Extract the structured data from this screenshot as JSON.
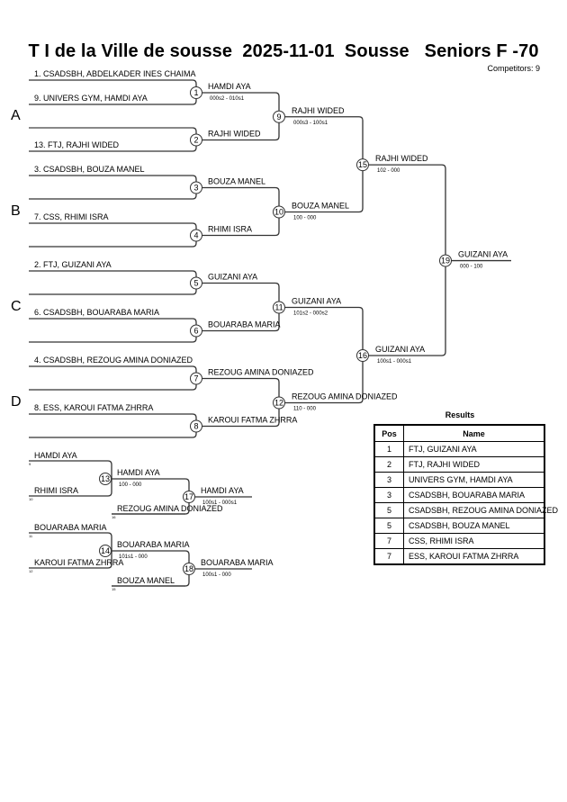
{
  "header": {
    "title": "T I de la Ville de sousse  2025-11-01  Sousse   Seniors F -70",
    "competitors": "Competitors: 9"
  },
  "pools": [
    "A",
    "B",
    "C",
    "D"
  ],
  "entries": [
    "1. CSADSBH, ABDELKADER INES CHAIMA",
    "9. UNIVERS GYM, HAMDI AYA",
    "",
    "13. FTJ, RAJHI WIDED",
    "3. CSADSBH, BOUZA  MANEL",
    "",
    "7. CSS, RHIMI ISRA",
    "",
    "2. FTJ, GUIZANI AYA",
    "",
    "6. CSADSBH, BOUARABA MARIA",
    "",
    "4. CSADSBH, REZOUG AMINA DONIAZED",
    "",
    "8. ESS, KAROUI FATMA ZHRRA",
    ""
  ],
  "matches": {
    "1": {
      "winner": "HAMDI AYA",
      "score": "000s2 - 010s1"
    },
    "2": {
      "winner": "RAJHI WIDED",
      "score": ""
    },
    "3": {
      "winner": "BOUZA  MANEL",
      "score": ""
    },
    "4": {
      "winner": "RHIMI ISRA",
      "score": ""
    },
    "5": {
      "winner": "GUIZANI AYA",
      "score": ""
    },
    "6": {
      "winner": "BOUARABA MARIA",
      "score": ""
    },
    "7": {
      "winner": "REZOUG AMINA DONIAZED",
      "score": ""
    },
    "8": {
      "winner": "KAROUI FATMA ZHRRA",
      "score": ""
    },
    "9": {
      "winner": "RAJHI WIDED",
      "score": "000s3 - 100s1"
    },
    "10": {
      "winner": "BOUZA  MANEL",
      "score": "100 - 000"
    },
    "11": {
      "winner": "GUIZANI AYA",
      "score": "101s2 - 000s2"
    },
    "12": {
      "winner": "REZOUG AMINA DONIAZED",
      "score": "110 - 000"
    },
    "15": {
      "winner": "RAJHI WIDED",
      "score": "102 - 000"
    },
    "16": {
      "winner": "GUIZANI AYA",
      "score": "100s1 - 000s1"
    },
    "19": {
      "winner": "GUIZANI AYA",
      "score": "000 - 100"
    }
  },
  "repechage": {
    "entries": [
      {
        "name": "HAMDI AYA",
        "from": "9"
      },
      {
        "name": "RHIMI ISRA",
        "from": "10"
      },
      {
        "name": "REZOUG AMINA DONIAZED",
        "from": "16"
      },
      {
        "name": "BOUARABA MARIA",
        "from": "11"
      },
      {
        "name": "KAROUI FATMA ZHRRA",
        "from": "12"
      },
      {
        "name": "BOUZA  MANEL",
        "from": "15"
      }
    ],
    "matches": {
      "13": {
        "winner": "HAMDI AYA",
        "score": "100 - 000"
      },
      "14": {
        "winner": "BOUARABA MARIA",
        "score": "101s1 - 000"
      },
      "17": {
        "winner": "HAMDI AYA",
        "score": "100s1 - 000s1"
      },
      "18": {
        "winner": "BOUARABA MARIA",
        "score": "100s1 - 000"
      }
    }
  },
  "results": {
    "title": "Results",
    "headers": {
      "pos": "Pos",
      "name": "Name"
    },
    "rows": [
      {
        "pos": "1",
        "name": "FTJ, GUIZANI AYA"
      },
      {
        "pos": "2",
        "name": "FTJ, RAJHI WIDED"
      },
      {
        "pos": "3",
        "name": "UNIVERS GYM, HAMDI AYA"
      },
      {
        "pos": "3",
        "name": "CSADSBH, BOUARABA MARIA"
      },
      {
        "pos": "5",
        "name": "CSADSBH, REZOUG AMINA DONIAZED"
      },
      {
        "pos": "5",
        "name": "CSADSBH, BOUZA  MANEL"
      },
      {
        "pos": "7",
        "name": "CSS, RHIMI ISRA"
      },
      {
        "pos": "7",
        "name": "ESS, KAROUI FATMA ZHRRA"
      }
    ]
  }
}
